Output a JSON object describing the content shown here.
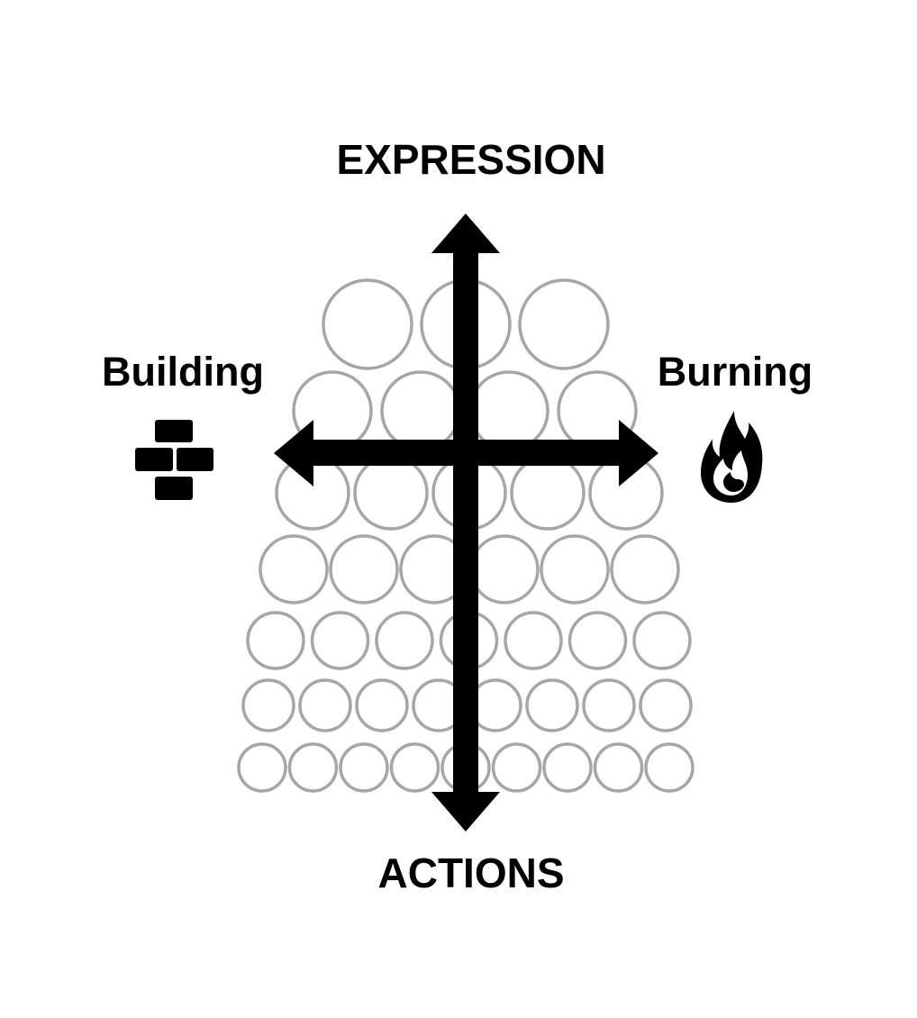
{
  "labels": {
    "top": "EXPRESSION",
    "bottom": "ACTIONS",
    "left": "Building",
    "right": "Burning"
  },
  "icons": {
    "left": "brick-wall-icon",
    "right": "fire-icon"
  },
  "circle_rows": [
    3,
    4,
    5,
    6,
    7,
    8,
    9
  ],
  "colors": {
    "circle_stroke": "#a6a6a6",
    "arrows": "#000000",
    "text": "#000000",
    "background": "#ffffff"
  }
}
